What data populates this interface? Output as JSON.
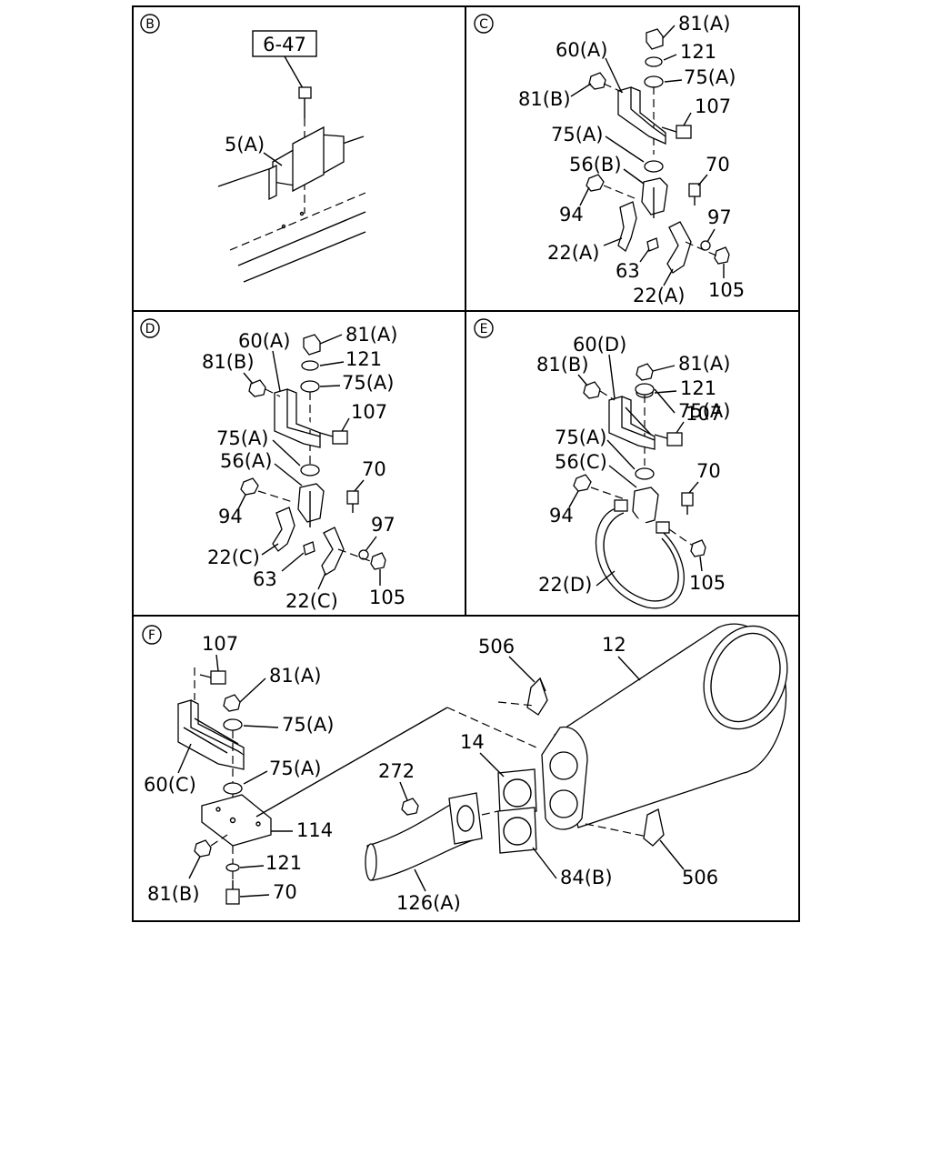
{
  "panels": {
    "B": {
      "marker": "B",
      "ref_box": "6-47",
      "labels": [
        "5(A)"
      ]
    },
    "C": {
      "marker": "C",
      "labels": [
        "81(A)",
        "121",
        "60(A)",
        "75(A)",
        "81(B)",
        "107",
        "75(A)",
        "56(B)",
        "70",
        "94",
        "97",
        "22(A)",
        "63",
        "22(A)",
        "105"
      ]
    },
    "D": {
      "marker": "D",
      "labels": [
        "60(A)",
        "81(A)",
        "81(B)",
        "121",
        "75(A)",
        "107",
        "75(A)",
        "56(A)",
        "70",
        "94",
        "97",
        "22(C)",
        "63",
        "22(C)",
        "105"
      ]
    },
    "E": {
      "marker": "E",
      "labels": [
        "60(D)",
        "81(A)",
        "81(B)",
        "121",
        "75(A)",
        "107",
        "75(A)",
        "56(C)",
        "70",
        "94",
        "22(D)",
        "105"
      ]
    },
    "F": {
      "marker": "F",
      "labels": [
        "107",
        "81(A)",
        "75(A)",
        "75(A)",
        "60(C)",
        "114",
        "121",
        "81(B)",
        "70",
        "506",
        "12",
        "14",
        "272",
        "84(B)",
        "506",
        "126(A)"
      ]
    }
  }
}
